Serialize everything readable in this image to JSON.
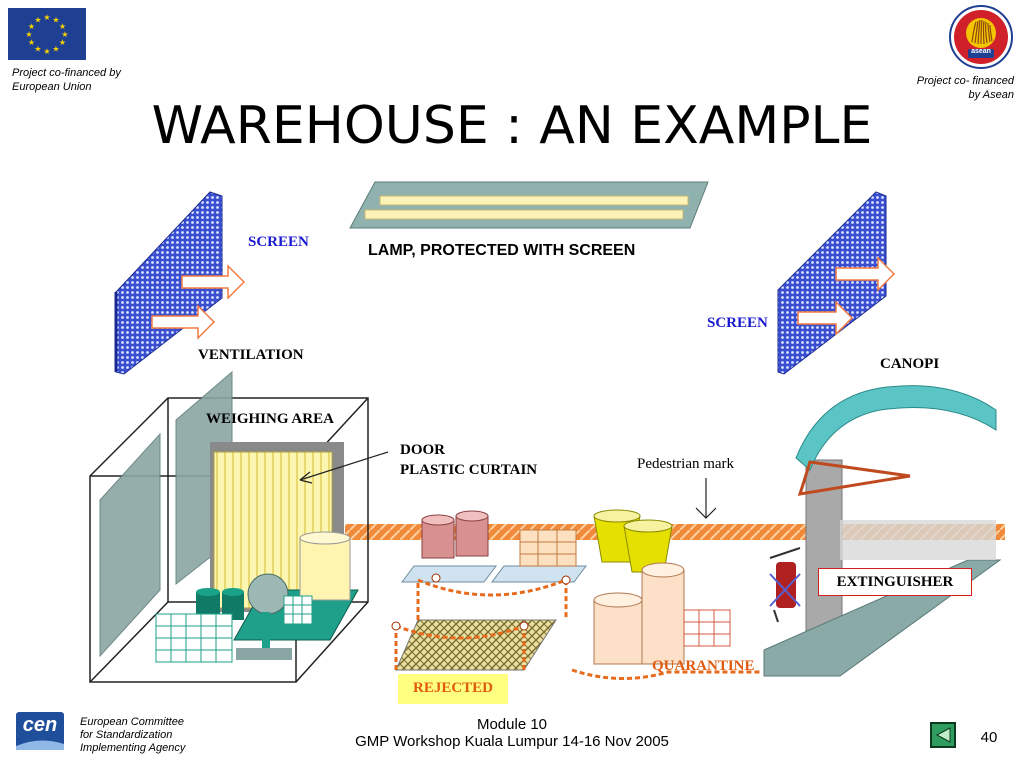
{
  "slide": {
    "title": "WAREHOUSE : AN EXAMPLE",
    "eu_note_line1": "Project co-financed by",
    "eu_note_line2": "European Union",
    "asean_note_line1": "Project co- financed",
    "asean_note_line2": "by Asean",
    "asean_logo_text": "asean"
  },
  "labels": {
    "screen_left": "SCREEN",
    "screen_right": "SCREEN",
    "lamp": "LAMP, PROTECTED WITH SCREEN",
    "ventilation": "VENTILATION",
    "canopi": "CANOPI",
    "weighing_area": "WEIGHING AREA",
    "door_line1": "DOOR",
    "door_line2": "PLASTIC CURTAIN",
    "pedestrian_mark": "Pedestrian mark",
    "extinguisher": "EXTINGUISHER",
    "rejected": "REJECTED",
    "quarantine": "QUARANTINE"
  },
  "footer": {
    "cen_logo_text": "cen",
    "cen_line1": "European Committee",
    "cen_line2": "for Standardization",
    "cen_line3": "Implementing Agency",
    "module": "Module 10",
    "workshop": "GMP Workshop Kuala Lumpur 14-16 Nov 2005",
    "page_number": "40"
  },
  "colors": {
    "eu_blue": "#1f3f93",
    "eu_star": "#f6d200",
    "asean_red": "#d0202a",
    "asean_yellow": "#f5c400",
    "screen_blue": "#2d3fc0",
    "canopy_teal": "#5bc4c4",
    "floor_line_orange": "#e86a1c",
    "rejected_bg": "#ffff80",
    "extinguisher_border": "#d02020",
    "nav_green": "#2f9c60"
  }
}
